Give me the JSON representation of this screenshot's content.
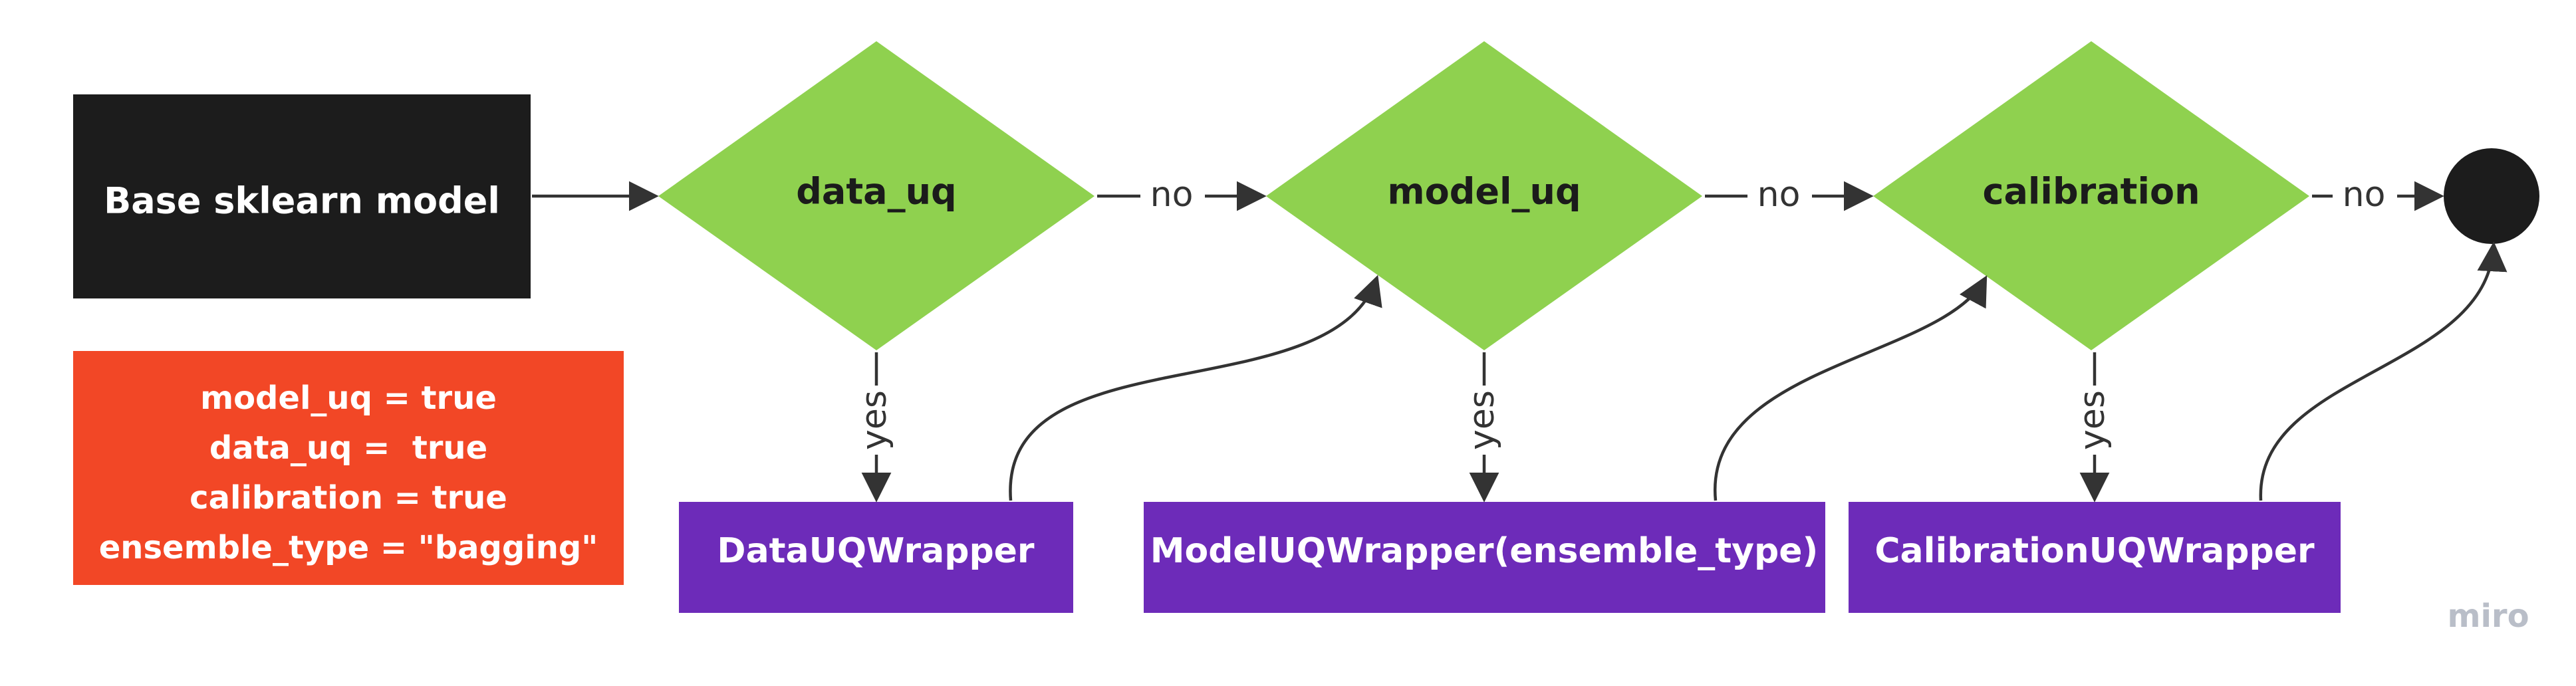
{
  "colors": {
    "start_box": "#1c1c1c",
    "decision": "#8fd14f",
    "wrapper": "#6d2bb9",
    "config_box": "#f24726",
    "end_node": "#1c1c1c",
    "edge": "#333333",
    "watermark": "#b9bec8"
  },
  "nodes": {
    "start": "Base sklearn model",
    "decisions": [
      "data_uq",
      "model_uq",
      "calibration"
    ],
    "wrappers": [
      "DataUQWrapper",
      "ModelUQWrapper(ensemble_type)",
      "CalibrationUQWrapper"
    ]
  },
  "config": {
    "lines": [
      "model_uq = true",
      "data_uq =  true",
      "calibration = true",
      "ensemble_type = \"bagging\""
    ]
  },
  "edges": {
    "no_label": "no",
    "yes_label": "yes"
  },
  "watermark": "miro"
}
